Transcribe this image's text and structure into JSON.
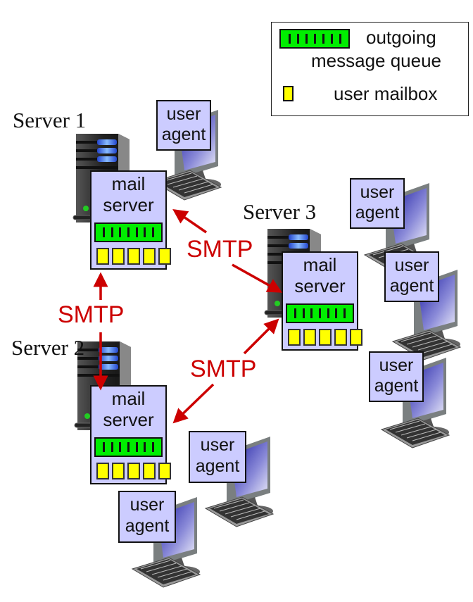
{
  "legend": {
    "queue_label_line1": "outgoing",
    "queue_label_line2": "message queue",
    "mailbox_label": "user mailbox"
  },
  "servers": [
    {
      "label": "Server 1",
      "box_line1": "mail",
      "box_line2": "server"
    },
    {
      "label": "Server 2",
      "box_line1": "mail",
      "box_line2": "server"
    },
    {
      "label": "Server 3",
      "box_line1": "mail",
      "box_line2": "server"
    }
  ],
  "user_agents": [
    {
      "line1": "user",
      "line2": "agent"
    },
    {
      "line1": "user",
      "line2": "agent"
    },
    {
      "line1": "user",
      "line2": "agent"
    },
    {
      "line1": "user",
      "line2": "agent"
    },
    {
      "line1": "user",
      "line2": "agent"
    },
    {
      "line1": "user",
      "line2": "agent"
    }
  ],
  "protocol_labels": {
    "s1_s3": "SMTP",
    "s1_s2": "SMTP",
    "s2_s3": "SMTP"
  },
  "colors": {
    "box_fill": "#ccccff",
    "queue_fill": "#00ee00",
    "mailbox_fill": "#ffff00",
    "smtp_red": "#cc0000"
  }
}
